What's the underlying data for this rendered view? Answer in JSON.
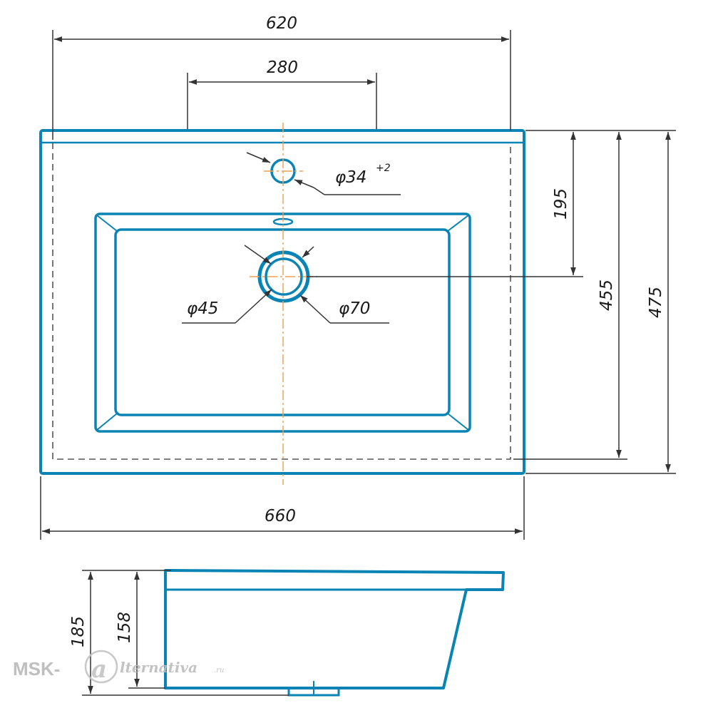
{
  "drawing": {
    "top_view": {
      "overall_width": "660",
      "mounting_width": "620",
      "faucet_spacing": "280",
      "faucet_hole": "φ34",
      "faucet_hole_tolerance": "+2",
      "drain_inner": "φ45",
      "drain_outer": "φ70",
      "to_drain_center": "195",
      "mounting_depth": "455",
      "overall_depth": "475"
    },
    "side_view": {
      "overall_height": "185",
      "bowl_height": "158"
    }
  },
  "watermark": {
    "brand_left": "MSK-",
    "brand_right": "lternativa",
    "brand_suffix": ".ru"
  },
  "colors": {
    "outline": "#0a84b4",
    "dimension": "#333333",
    "centerline": "#f0a050"
  }
}
